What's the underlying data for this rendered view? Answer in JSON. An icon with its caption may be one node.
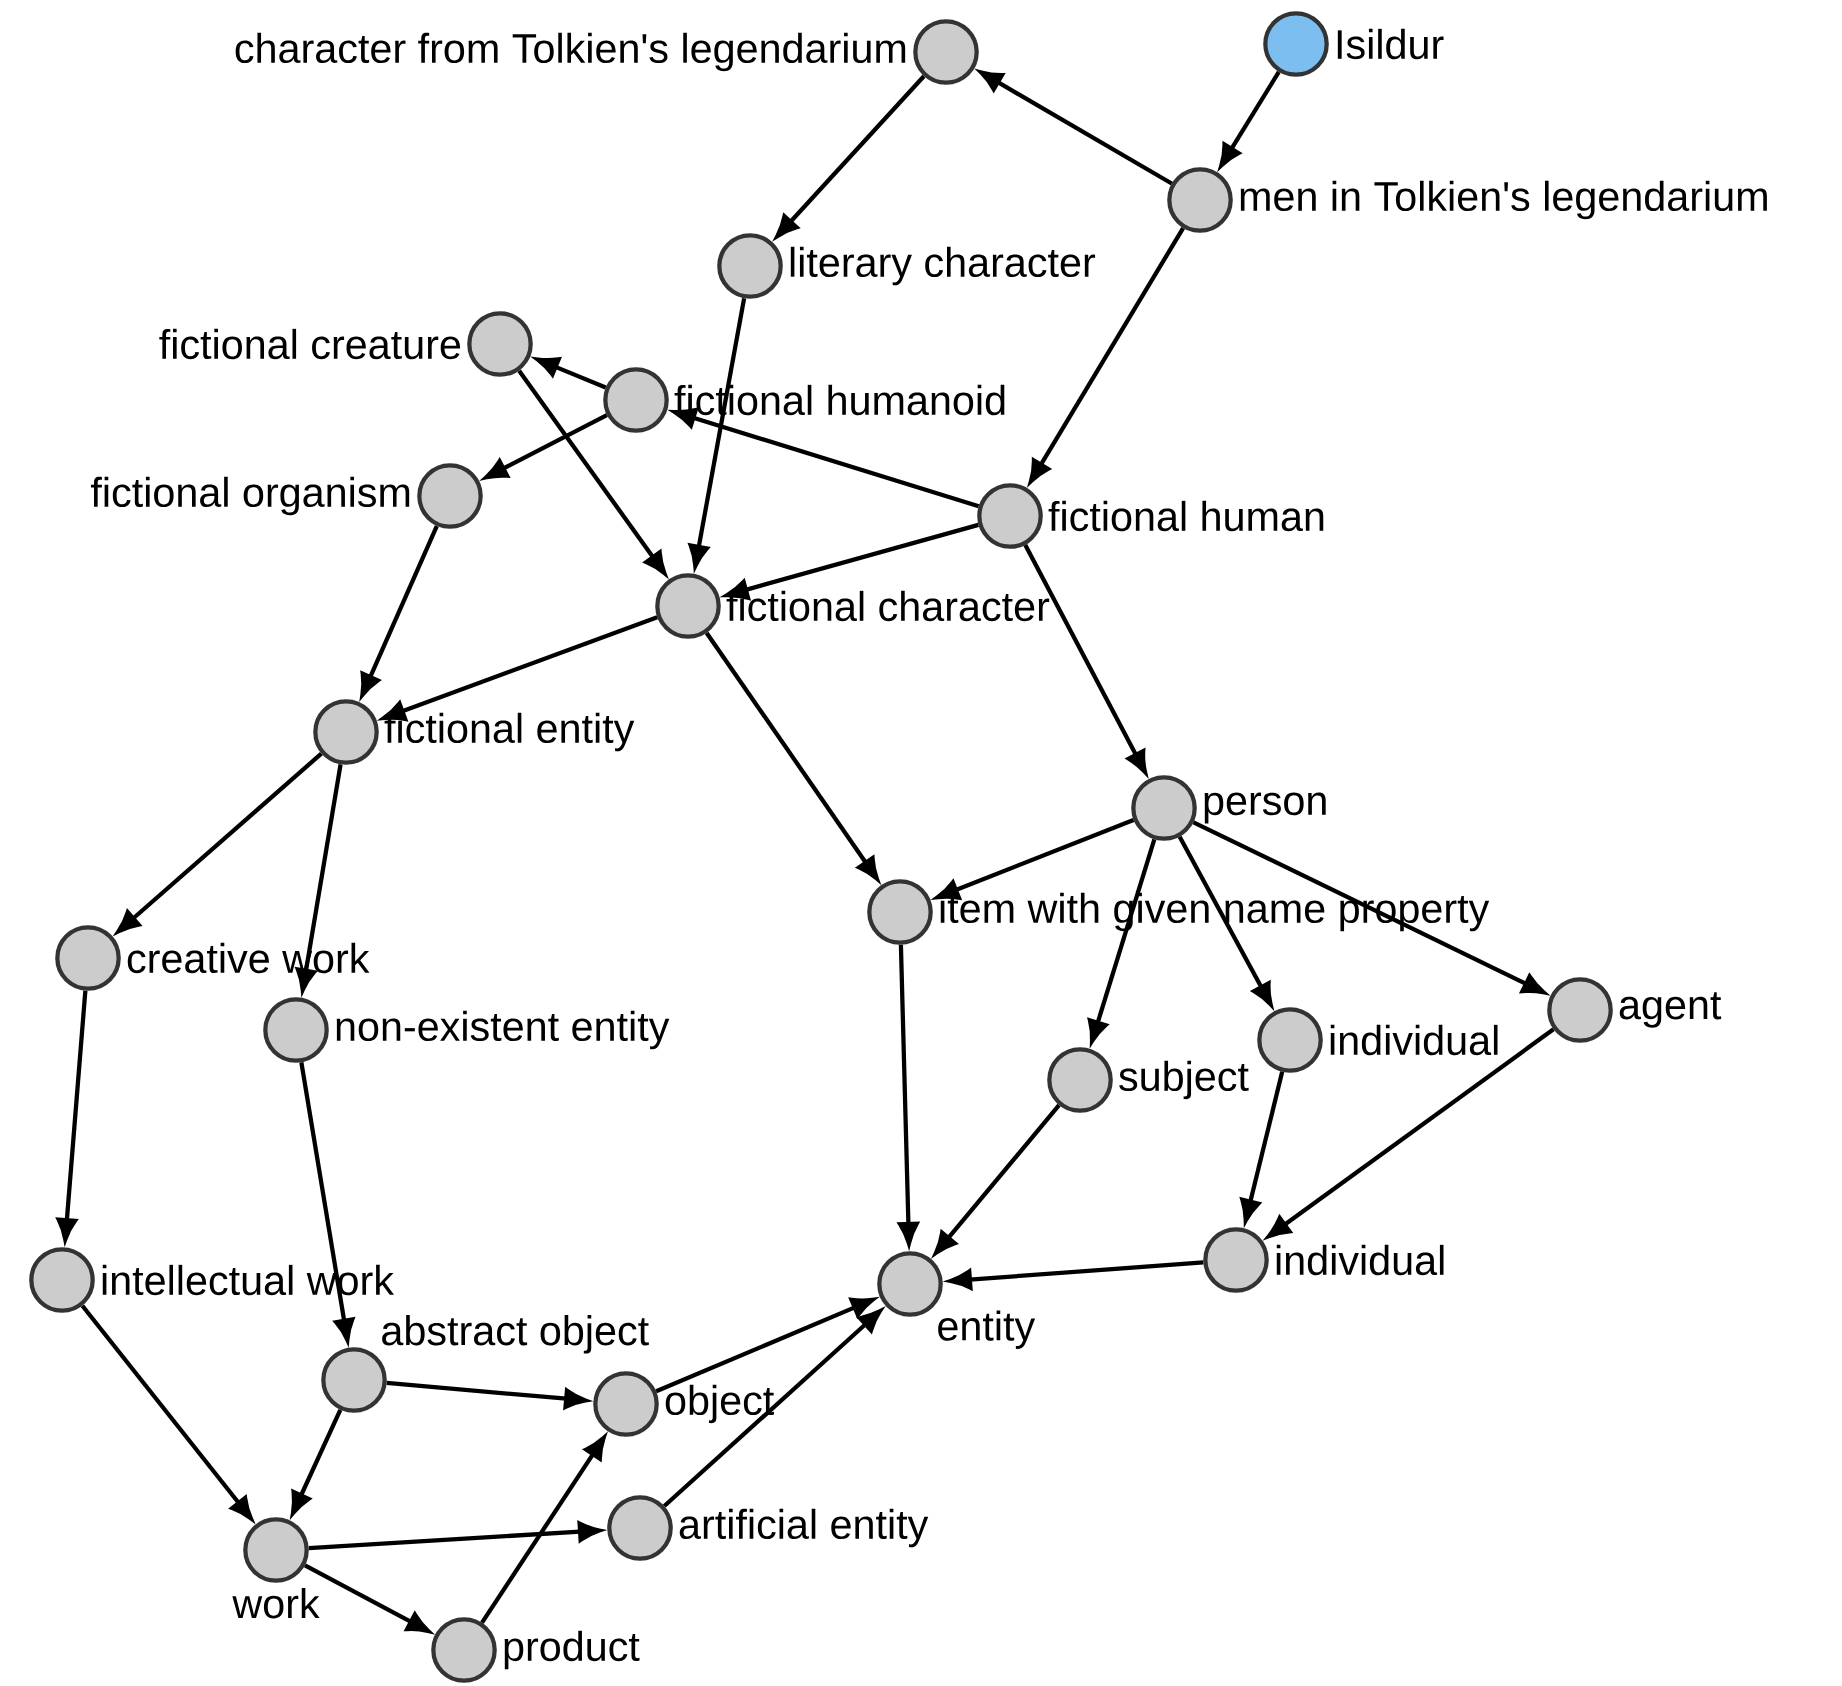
{
  "diagram": {
    "nodes": [
      {
        "text": [
          "character from Tolkien's legendarium"
        ]
      },
      {
        "text": [
          "Isildur"
        ]
      },
      {
        "text": [
          "men in Tolkien's legendarium"
        ]
      },
      {
        "text": [
          "literary character"
        ]
      },
      {
        "text": [
          "fictional creature"
        ]
      },
      {
        "text": [
          "fictional humanoid"
        ]
      },
      {
        "text": [
          "fictional organism"
        ]
      },
      {
        "text": [
          "fictional human"
        ]
      },
      {
        "text": [
          "fictional character"
        ]
      },
      {
        "text": [
          "fictional entity"
        ]
      },
      {
        "text": [
          "person"
        ]
      },
      {
        "text": [
          "item with given name property"
        ]
      },
      {
        "text": [
          "creative work"
        ]
      },
      {
        "text": [
          "non-existent entity"
        ]
      },
      {
        "text": [
          "individual"
        ]
      },
      {
        "text": [
          "agent"
        ]
      },
      {
        "text": [
          "subject"
        ]
      },
      {
        "text": [
          "entity"
        ]
      },
      {
        "text": [
          "individual"
        ]
      },
      {
        "text": [
          "intellectual work"
        ]
      },
      {
        "text": [
          "abstract object"
        ]
      },
      {
        "text": [
          "object"
        ]
      },
      {
        "text": [
          "work"
        ]
      },
      {
        "text": [
          "artificial entity"
        ]
      },
      {
        "text": [
          "product"
        ]
      }
    ],
    "edges": [
      {
        "from": 1,
        "to": 2,
        "arrow": "to"
      },
      {
        "from": 2,
        "to": 0,
        "arrow": "to"
      },
      {
        "from": 0,
        "to": 3,
        "arrow": "to"
      },
      {
        "from": 2,
        "to": 7,
        "arrow": "to"
      },
      {
        "from": 3,
        "to": 8,
        "arrow": "to"
      },
      {
        "from": 4,
        "to": 8,
        "arrow": "to"
      },
      {
        "from": 5,
        "to": 4,
        "arrow": "to"
      },
      {
        "from": 5,
        "to": 6,
        "arrow": "to"
      },
      {
        "from": 7,
        "to": 5,
        "arrow": "to"
      },
      {
        "from": 7,
        "to": 8,
        "arrow": "to"
      },
      {
        "from": 6,
        "to": 9,
        "arrow": "to"
      },
      {
        "from": 8,
        "to": 9,
        "arrow": "to"
      },
      {
        "from": 8,
        "to": 11,
        "arrow": "to"
      },
      {
        "from": 7,
        "to": 10,
        "arrow": "to"
      },
      {
        "from": 9,
        "to": 12,
        "arrow": "to"
      },
      {
        "from": 9,
        "to": 13,
        "arrow": "to"
      },
      {
        "from": 12,
        "to": 19,
        "arrow": "to"
      },
      {
        "from": 13,
        "to": 20,
        "arrow": "to"
      },
      {
        "from": 10,
        "to": 11,
        "arrow": "to"
      },
      {
        "from": 10,
        "to": 16,
        "arrow": "to"
      },
      {
        "from": 10,
        "to": 14,
        "arrow": "to"
      },
      {
        "from": 10,
        "to": 15,
        "arrow": "to"
      },
      {
        "from": 11,
        "to": 17,
        "arrow": "to"
      },
      {
        "from": 16,
        "to": 17,
        "arrow": "to"
      },
      {
        "from": 14,
        "to": 18,
        "arrow": "to"
      },
      {
        "from": 15,
        "to": 18,
        "arrow": "to"
      },
      {
        "from": 18,
        "to": 17,
        "arrow": "to"
      },
      {
        "from": 19,
        "to": 22,
        "arrow": "to"
      },
      {
        "from": 20,
        "to": 22,
        "arrow": "to"
      },
      {
        "from": 20,
        "to": 21,
        "arrow": "to"
      },
      {
        "from": 21,
        "to": 17,
        "arrow": "to"
      },
      {
        "from": 23,
        "to": 17,
        "arrow": "to"
      },
      {
        "from": 22,
        "to": 23,
        "arrow": "to"
      },
      {
        "from": 22,
        "to": 24,
        "arrow": "to"
      },
      {
        "from": 24,
        "to": 21,
        "arrow": "to"
      }
    ]
  }
}
